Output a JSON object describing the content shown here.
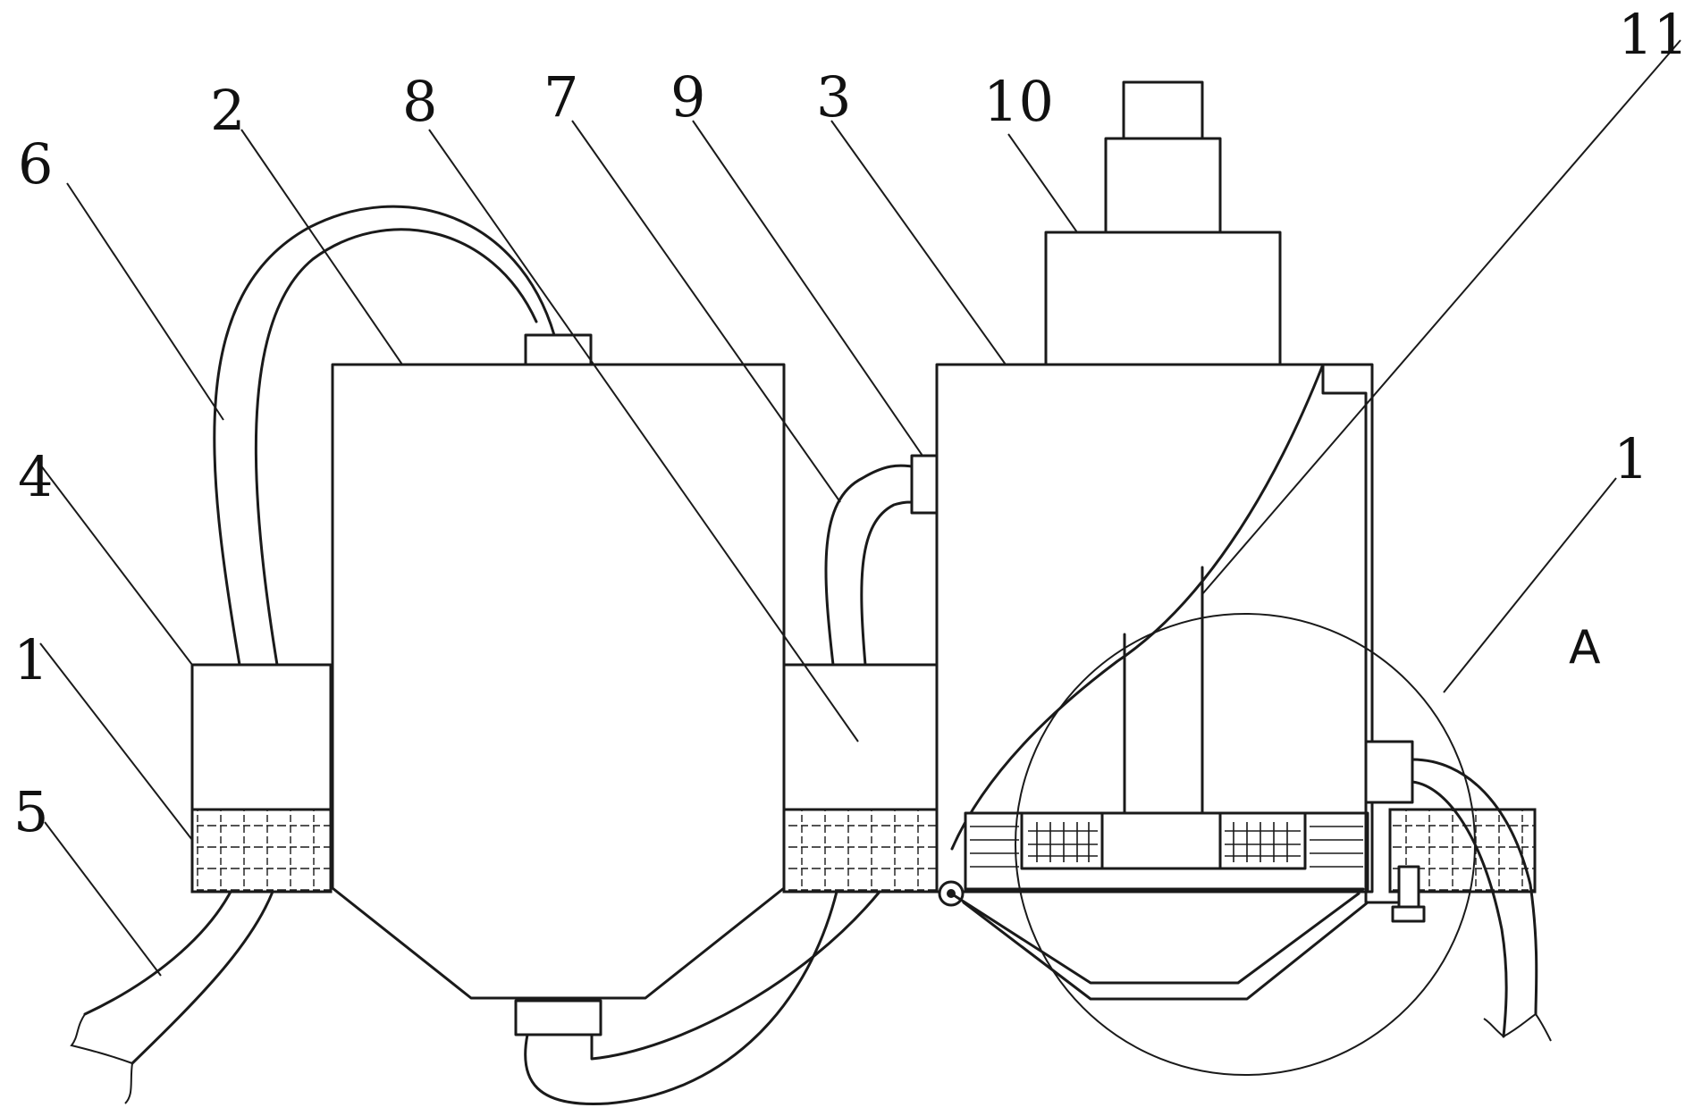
{
  "labels": {
    "part_2": "2",
    "part_8": "8",
    "part_7": "7",
    "part_9": "9",
    "part_3": "3",
    "part_10": "10",
    "part_11": "11",
    "part_6": "6",
    "part_4": "4",
    "part_1_left": "1",
    "part_5": "5",
    "part_1_right": "1",
    "detail_a": "A"
  }
}
